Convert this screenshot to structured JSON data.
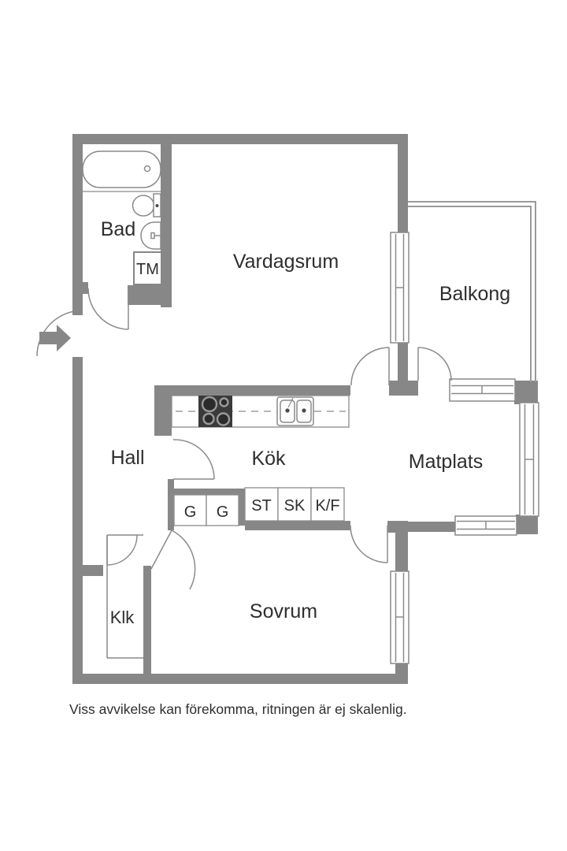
{
  "plan": {
    "rooms": {
      "bad": "Bad",
      "vardagsrum": "Vardagsrum",
      "balkong": "Balkong",
      "hall": "Hall",
      "kok": "Kök",
      "matplats": "Matplats",
      "sovrum": "Sovrum",
      "klk": "Klk"
    },
    "fixtures": {
      "tm": "TM",
      "g1": "G",
      "g2": "G",
      "st": "ST",
      "sk": "SK",
      "kf": "K/F"
    },
    "footer": "Viss avvikelse kan förekomma, ritningen är ej skalenlig.",
    "colors": {
      "wall": "#878787",
      "line": "#8a8a8a",
      "text": "#2e2e2e",
      "stove": "#3a3a3a",
      "background": "#ffffff"
    }
  }
}
